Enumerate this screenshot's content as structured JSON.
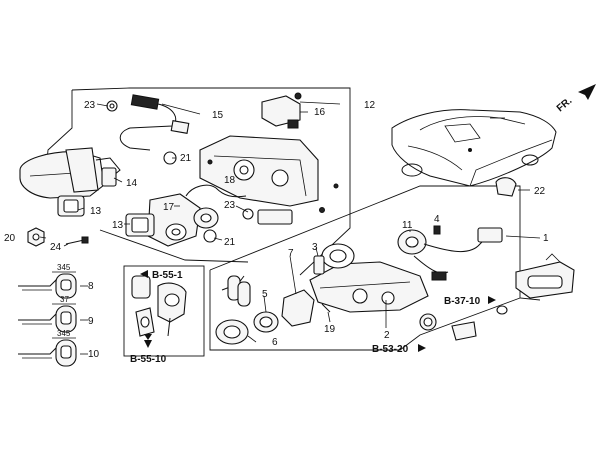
{
  "direction_label": "FR.",
  "part_numbers": {
    "p1": "1",
    "p2": "2",
    "p3": "3",
    "p4": "4",
    "p5": "5",
    "p6": "6",
    "p7": "7",
    "p8": "8",
    "p9": "9",
    "p10": "10",
    "p11": "11",
    "p12": "12",
    "p13a": "13",
    "p13b": "13",
    "p14": "14",
    "p15": "15",
    "p16": "16",
    "p17": "17",
    "p18": "18",
    "p19": "19",
    "p20": "20",
    "p21a": "21",
    "p21b": "21",
    "p22": "22",
    "p23a": "23",
    "p23b": "23",
    "p24": "24"
  },
  "references": {
    "b55_1": "B-55-1",
    "b55_10": "B-55-10",
    "b37_10": "B-37-10",
    "b53_20": "B-53-20"
  },
  "key_markings": {
    "k8": "345",
    "k9": "37",
    "k10": "345"
  }
}
